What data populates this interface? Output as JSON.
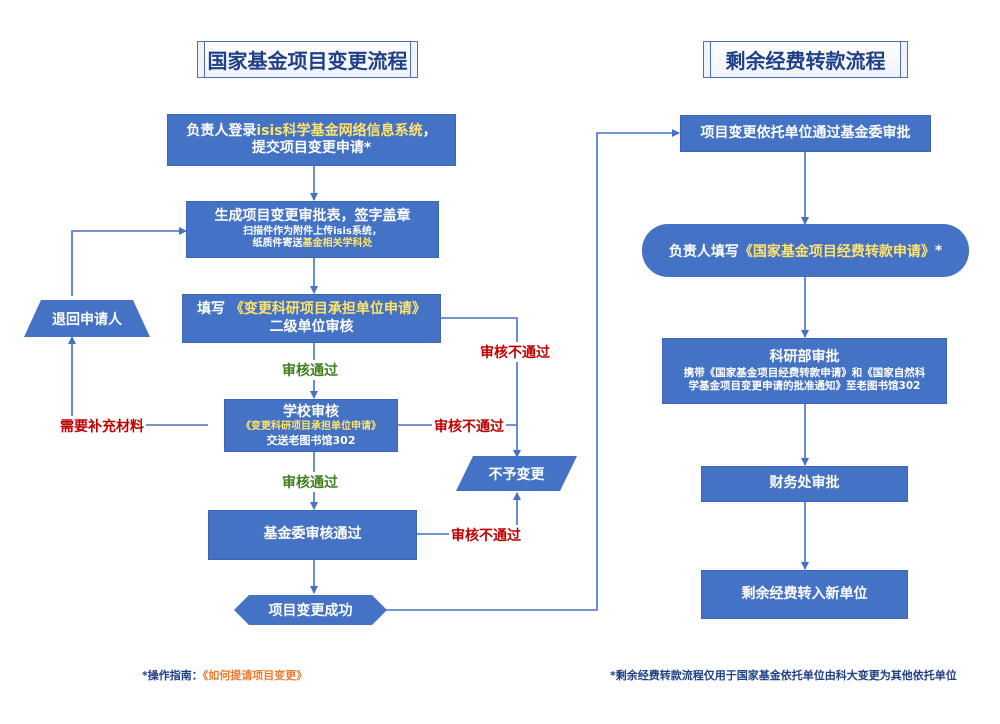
{
  "left_flow": {
    "title": "国家基金项目变更流程",
    "step1": {
      "prefix": "负责人登录",
      "highlight": "isis科学基金网络信息系统",
      "suffix": "，",
      "line2": "提交项目变更申请*"
    },
    "step2": {
      "line1": "生成项目变更审批表，签字盖章",
      "line2": "扫描件作为附件上传isis系统，",
      "line3_prefix": "纸质件寄送",
      "line3_highlight": "基金相关学科处"
    },
    "step3": {
      "prefix": "填写",
      "highlight": "《变更科研项目承担单位申请》",
      "line2": "二级单位审核"
    },
    "step4": {
      "line1": "学校审核",
      "line2": "《变更科研项目承担单位申请》",
      "line3": "交送老图书馆302"
    },
    "step5": {
      "label": "基金委审核通过"
    },
    "success": {
      "label": "项目变更成功"
    },
    "return_applicant": {
      "label": "退回申请人"
    },
    "rejected": {
      "label": "不予变更"
    },
    "edge_labels": {
      "pass1": "审核通过",
      "pass2": "审核通过",
      "need_more": "需要补充材料",
      "fail1": "审核不通过",
      "fail2": "审核不通过",
      "fail3": "审核不通过"
    }
  },
  "right_flow": {
    "title": "剩余经费转款流程",
    "step1": {
      "label": "项目变更依托单位通过基金委审批"
    },
    "step2": {
      "prefix": "负责人填写",
      "highlight": "《国家基金项目经费转款申请》",
      "suffix": " *"
    },
    "step3": {
      "line1": "科研部审批",
      "line2": "携带《国家基金项目经费转款申请》和《国家自然科",
      "line3": "学基金项目变更申请的批准通知》至老图书馆302"
    },
    "step4": {
      "label": "财务处审批"
    },
    "step5": {
      "label": "剩余经费转入新单位"
    }
  },
  "footer": {
    "guide_prefix": "*操作指南：",
    "guide_link": "《如何提请项目变更》",
    "note": "*剩余经费转款流程仅用于国家基金依托单位由科大变更为其他依托单位"
  },
  "colors": {
    "box_fill": "#4472c4",
    "line": "#4472c4",
    "highlight": "#ffe36a",
    "pass": "#3f7f1f",
    "fail": "#c00000",
    "title_text": "#1f3f86",
    "guide_link": "#ed7d31"
  }
}
